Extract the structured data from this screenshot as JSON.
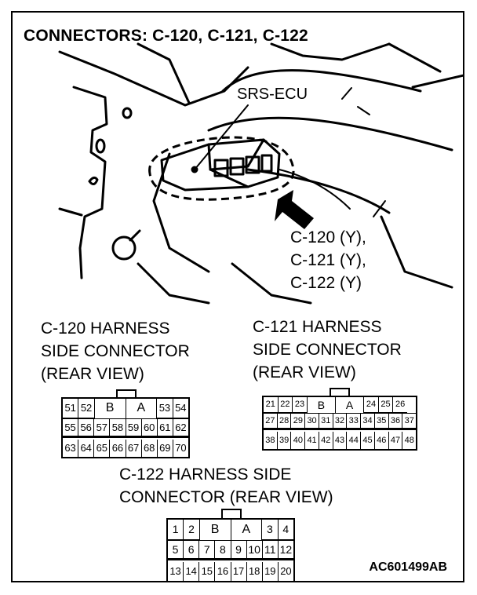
{
  "title": "CONNECTORS: C-120, C-121, C-122",
  "ecu_label": "SRS-ECU",
  "connector_ids": [
    "C-120 (Y),",
    "C-121 (Y),",
    "C-122 (Y)"
  ],
  "c120": {
    "caption": [
      "C-120 HARNESS",
      "SIDE CONNECTOR",
      "(REAR VIEW)"
    ],
    "row1": [
      "51",
      "52",
      "B",
      "A",
      "53",
      "54"
    ],
    "row2": [
      "55",
      "56",
      "57",
      "58",
      "59",
      "60",
      "61",
      "62"
    ],
    "row3": [
      "63",
      "64",
      "65",
      "66",
      "67",
      "68",
      "69",
      "70"
    ]
  },
  "c121": {
    "caption": [
      "C-121 HARNESS",
      "SIDE CONNECTOR",
      "(REAR VIEW)"
    ],
    "row1": [
      "21",
      "22",
      "23",
      "B",
      "A",
      "24",
      "25",
      "26"
    ],
    "row2": [
      "27",
      "28",
      "29",
      "30",
      "31",
      "32",
      "33",
      "34",
      "35",
      "36",
      "37"
    ],
    "row3": [
      "38",
      "39",
      "40",
      "41",
      "42",
      "43",
      "44",
      "45",
      "46",
      "47",
      "48"
    ]
  },
  "c122": {
    "caption": [
      "C-122 HARNESS SIDE",
      "CONNECTOR (REAR VIEW)"
    ],
    "row1": [
      "1",
      "2",
      "B",
      "A",
      "3",
      "4"
    ],
    "row2": [
      "5",
      "6",
      "7",
      "8",
      "9",
      "10",
      "11",
      "12"
    ],
    "row3": [
      "13",
      "14",
      "15",
      "16",
      "17",
      "18",
      "19",
      "20"
    ]
  },
  "figure_code": "AC601499AB"
}
